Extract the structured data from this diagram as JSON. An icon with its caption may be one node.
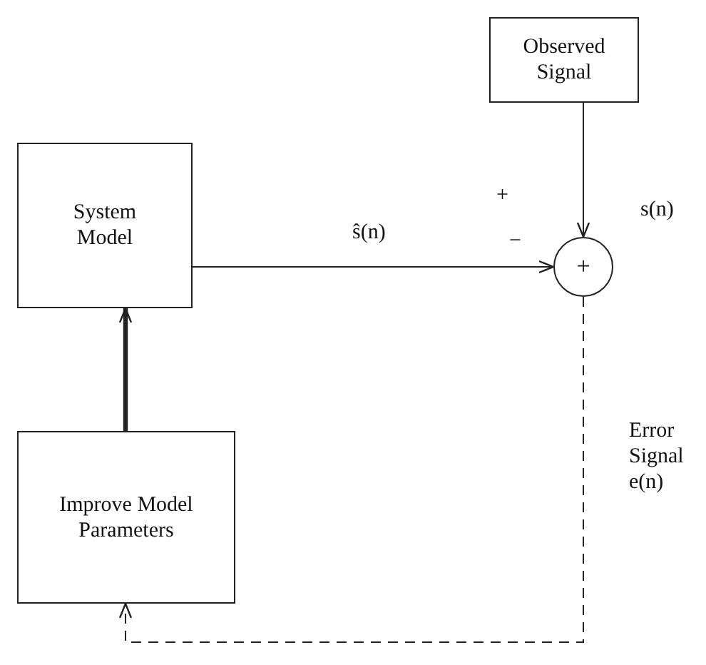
{
  "diagram": {
    "nodes": [
      {
        "text": [
          "Observed Signal"
        ]
      },
      {
        "text": [
          "System Model"
        ]
      },
      {
        "text": [
          "+"
        ]
      },
      {
        "text": [
          "Improve Model Parameters"
        ]
      }
    ],
    "edges": [
      {
        "from": 0,
        "to": 2,
        "arrow": "to",
        "label": "s(n)"
      },
      {
        "from": 1,
        "to": 2,
        "arrow": "to",
        "label": "ŝ(n)"
      },
      {
        "from": 3,
        "to": 1,
        "arrow": "to",
        "style": "thick"
      },
      {
        "from": 2,
        "to": 3,
        "arrow": "to",
        "style": "dashed",
        "label": "Error Signal e(n)"
      }
    ],
    "labels": [
      "+",
      "−"
    ]
  }
}
